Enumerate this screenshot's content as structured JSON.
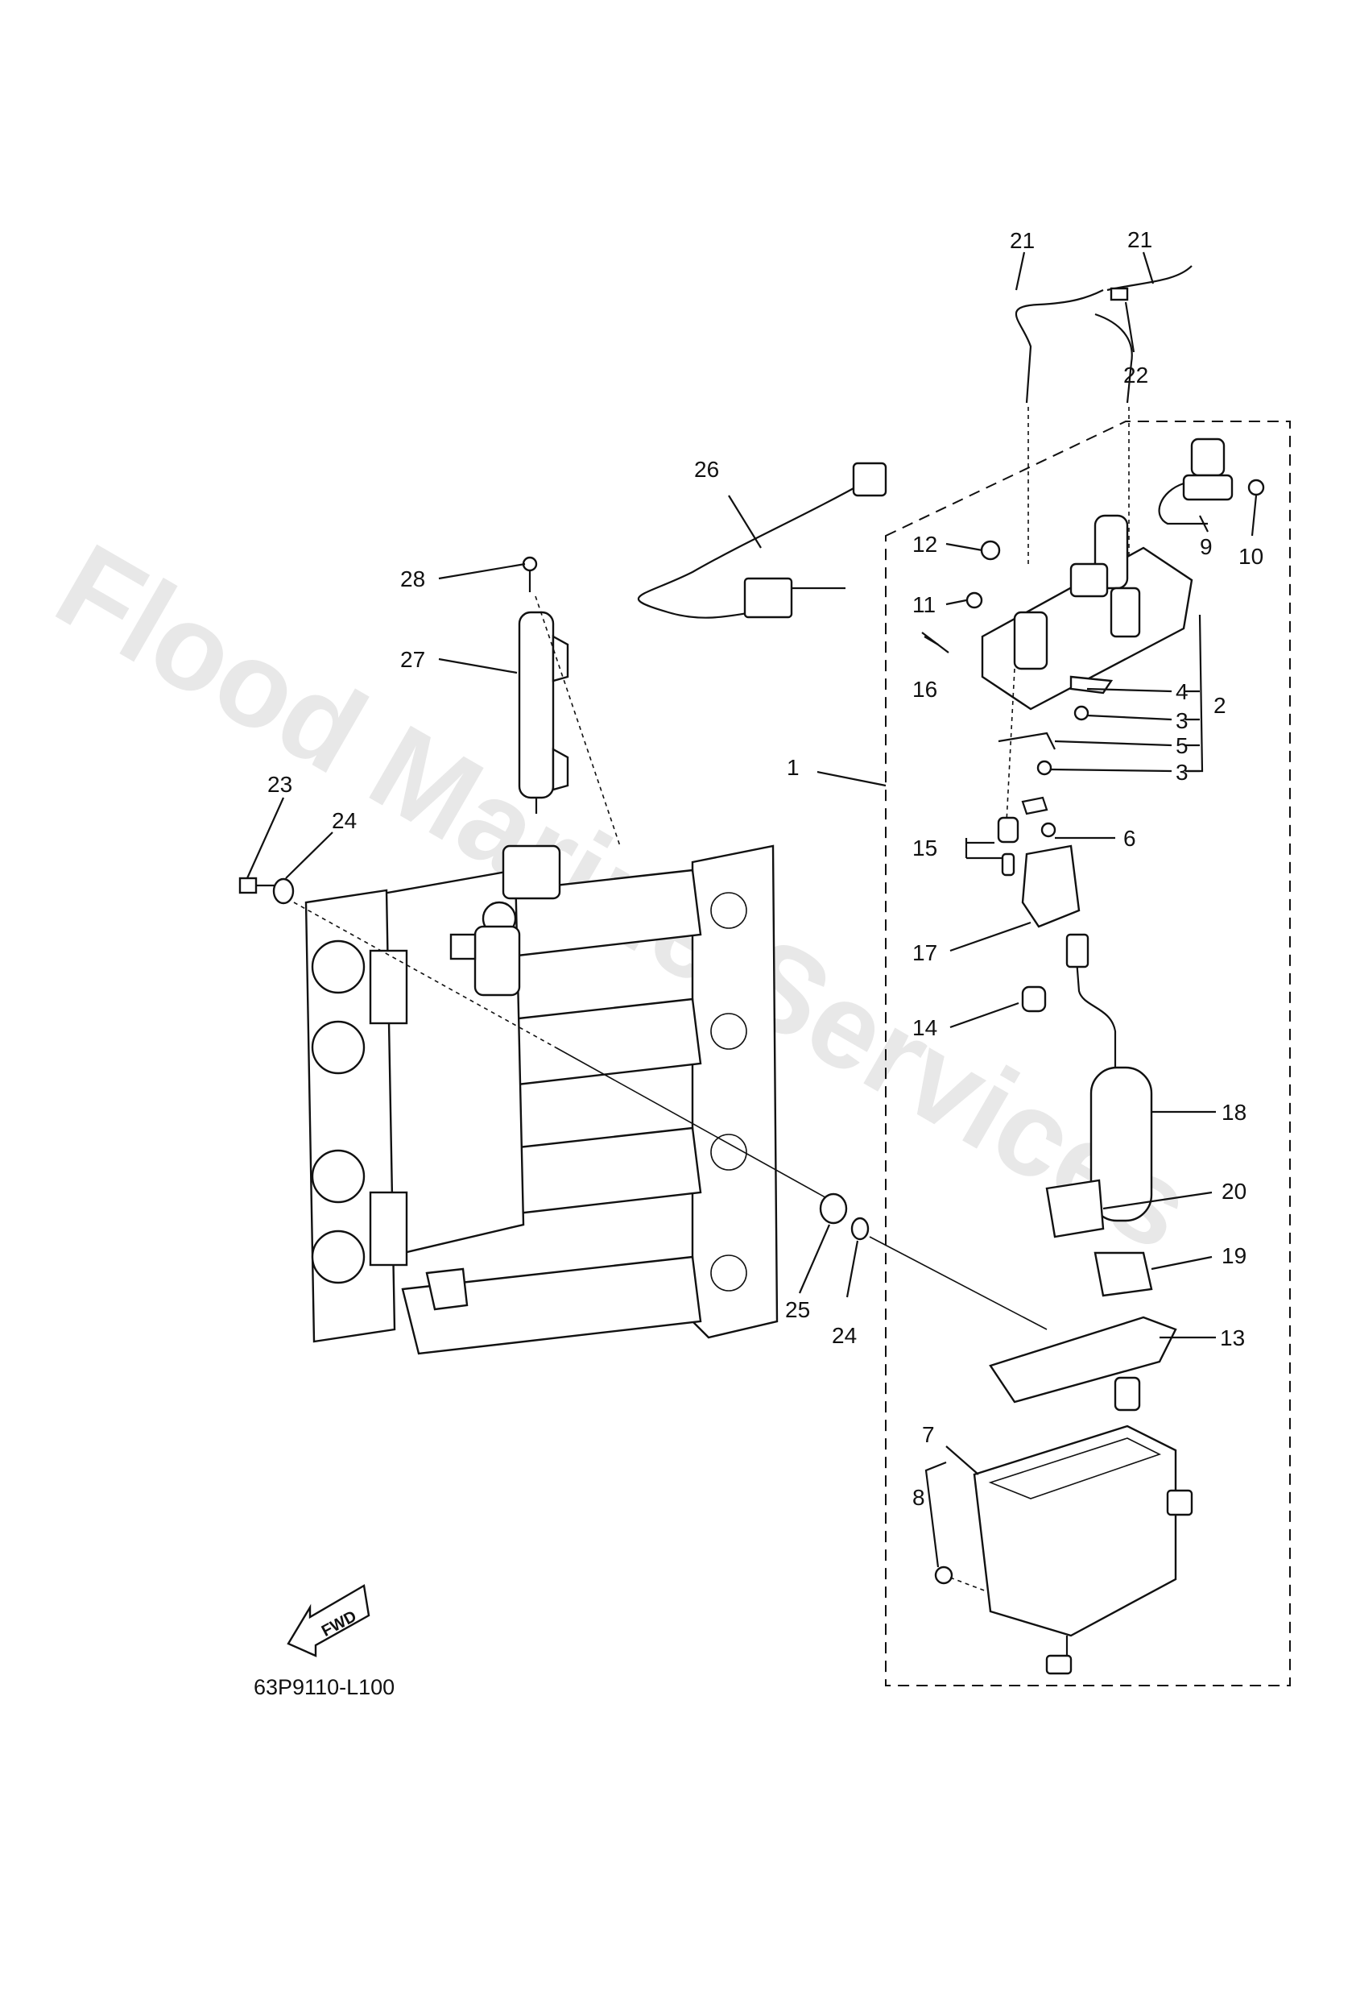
{
  "watermark": "Flood Marine Services",
  "diagram_code": "63P9110-L100",
  "fwd_label": "FWD",
  "callouts": [
    "1",
    "2",
    "3",
    "3",
    "4",
    "5",
    "6",
    "7",
    "8",
    "9",
    "10",
    "11",
    "12",
    "13",
    "14",
    "15",
    "16",
    "17",
    "18",
    "19",
    "20",
    "21",
    "21",
    "22",
    "23",
    "24",
    "24",
    "25",
    "26",
    "27",
    "28"
  ]
}
